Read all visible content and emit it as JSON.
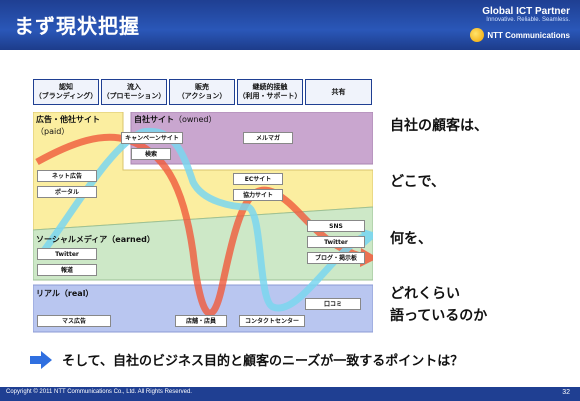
{
  "header": {
    "title": "まず現状把握",
    "brand_name": "Global ICT Partner",
    "brand_tagline": "Innovative. Reliable. Seamless.",
    "brand_logo_text": "NTT Communications"
  },
  "stages": [
    {
      "line1": "認知",
      "line2": "（ブランディング）"
    },
    {
      "line1": "流入",
      "line2": "（プロモーション）"
    },
    {
      "line1": "販売",
      "line2": "（アクション）"
    },
    {
      "line1": "継続的接触",
      "line2": "（利用・サポート）"
    },
    {
      "line1": "共有",
      "line2": ""
    }
  ],
  "panels": {
    "paid": {
      "label_main": "広告・他社サイト",
      "label_sub": "（paid）"
    },
    "owned": {
      "label_main": "自社サイト",
      "label_sub": "（owned）"
    },
    "earned": {
      "label": "ソーシャルメディア（earned）"
    },
    "real": {
      "label": "リアル（real）"
    }
  },
  "chips": {
    "campaign_site": "キャンペーンサイト",
    "mailmag": "メルマガ",
    "search": "検索",
    "net_ad": "ネット広告",
    "portal": "ポータル",
    "ec_site": "ECサイト",
    "support_site": "協力サイト",
    "sns": "SNS",
    "twitter_right": "Twitter",
    "blog_board": "ブログ・掲示板",
    "twitter_left": "Twitter",
    "report": "報道",
    "word_of_mouth": "口コミ",
    "mass_ad": "マス広告",
    "store": "店舗・店員",
    "contact_center": "コンタクトセンター"
  },
  "questions": {
    "q1": "自社の顧客は、",
    "q2": "どこで、",
    "q3": "何を、",
    "q4_line1": "どれくらい",
    "q4_line2": "語っているのか"
  },
  "bottom": {
    "text": "そして、自社のビジネス目的と顧客のニーズが一致するポイントは？"
  },
  "footer": {
    "copyright": "Copyright © 2011 NTT Communications Co., Ltd. All Rights Reserved.",
    "page": "32"
  },
  "colors": {
    "header_blue": "#1f3f92",
    "paid_yellow": "#fbeea0",
    "owned_purple": "#c9a6cf",
    "earned_green": "#cde8c7",
    "real_blue": "#b9c6f0",
    "red_arrow": "#f05a3c",
    "cyan_arrow": "#7ad6ef",
    "arrow_blue": "#2f6fe0"
  }
}
